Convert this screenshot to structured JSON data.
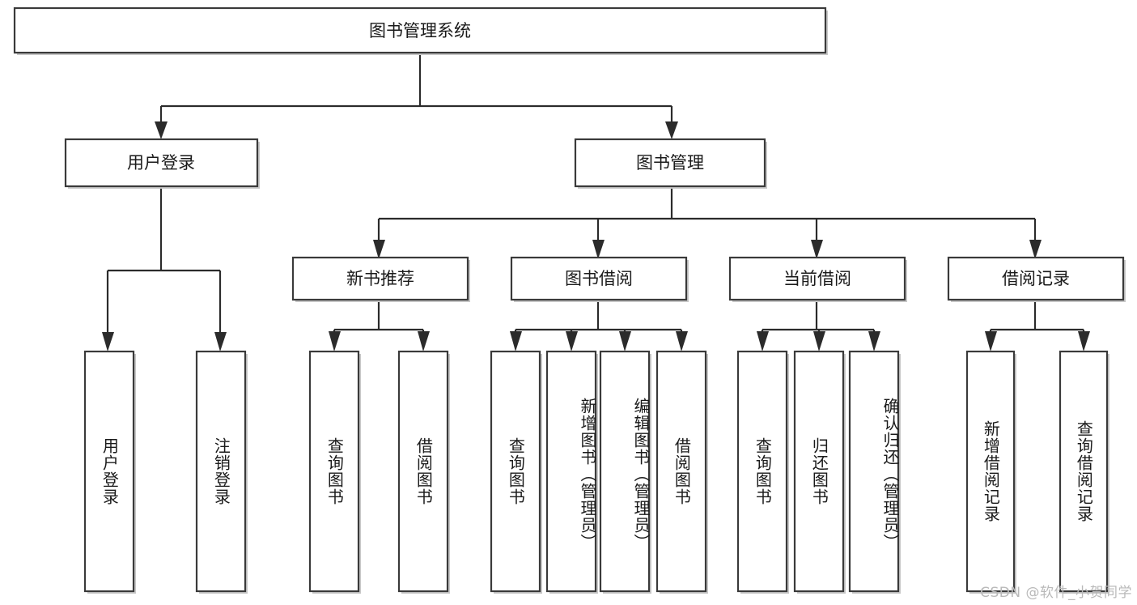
{
  "diagram": {
    "type": "tree-hierarchy-diagram",
    "title": "图书管理系统",
    "watermark": "CSDN @软件_小贺同学",
    "colors": {
      "box_fill": "#ffffff",
      "box_stroke": "#3a3a3a",
      "connector": "#2b2b2b",
      "text": "#1a1a1a",
      "watermark": "#b9b9b9"
    },
    "root": {
      "id": "root",
      "label": "图书管理系统",
      "orientation": "horizontal"
    },
    "level2": [
      {
        "id": "user-login",
        "label": "用户登录",
        "orientation": "horizontal"
      },
      {
        "id": "book-management",
        "label": "图书管理",
        "orientation": "horizontal"
      }
    ],
    "level3": [
      {
        "id": "new-book-recommend",
        "label": "新书推荐",
        "orientation": "horizontal",
        "parent": "book-management"
      },
      {
        "id": "book-borrow",
        "label": "图书借阅",
        "orientation": "horizontal",
        "parent": "book-management"
      },
      {
        "id": "current-borrow",
        "label": "当前借阅",
        "orientation": "horizontal",
        "parent": "book-management"
      },
      {
        "id": "borrow-record",
        "label": "借阅记录",
        "orientation": "horizontal",
        "parent": "book-management"
      }
    ],
    "leaves": [
      {
        "id": "leaf-user-login",
        "label": "用户登录",
        "orientation": "vertical",
        "parent": "user-login"
      },
      {
        "id": "leaf-logout-login",
        "label": "注销登录",
        "orientation": "vertical",
        "parent": "user-login"
      },
      {
        "id": "leaf-query-book-1",
        "label": "查询图书",
        "orientation": "vertical",
        "parent": "new-book-recommend"
      },
      {
        "id": "leaf-borrow-book-1",
        "label": "借阅图书",
        "orientation": "vertical",
        "parent": "new-book-recommend"
      },
      {
        "id": "leaf-query-book-2",
        "label": "查询图书",
        "orientation": "vertical",
        "parent": "book-borrow"
      },
      {
        "id": "leaf-add-book",
        "label": "新增图书（管理员）",
        "orientation": "vertical",
        "parent": "book-borrow"
      },
      {
        "id": "leaf-edit-book",
        "label": "编辑图书（管理员）",
        "orientation": "vertical",
        "parent": "book-borrow"
      },
      {
        "id": "leaf-borrow-book-2",
        "label": "借阅图书",
        "orientation": "vertical",
        "parent": "book-borrow"
      },
      {
        "id": "leaf-query-book-3",
        "label": "查询图书",
        "orientation": "vertical",
        "parent": "current-borrow"
      },
      {
        "id": "leaf-return-book",
        "label": "归还图书",
        "orientation": "vertical",
        "parent": "current-borrow"
      },
      {
        "id": "leaf-confirm-return",
        "label": "确认归还（管理员）",
        "orientation": "vertical",
        "parent": "current-borrow"
      },
      {
        "id": "leaf-add-record",
        "label": "新增借阅记录",
        "orientation": "vertical",
        "parent": "borrow-record"
      },
      {
        "id": "leaf-query-record",
        "label": "查询借阅记录",
        "orientation": "vertical",
        "parent": "borrow-record"
      }
    ]
  }
}
